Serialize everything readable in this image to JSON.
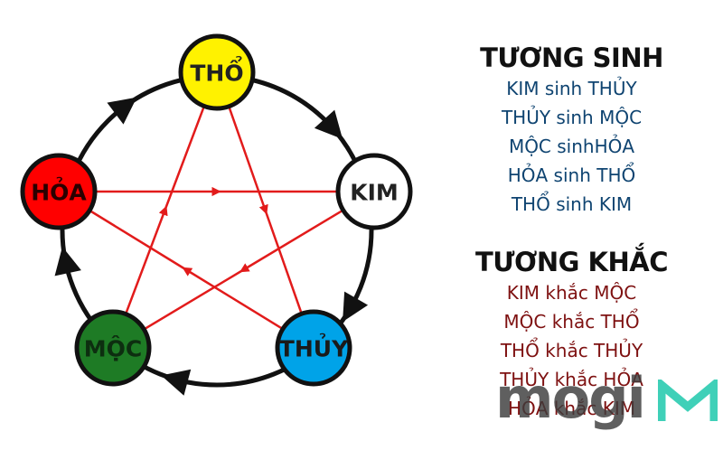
{
  "elements": {
    "tho": {
      "label": "THỔ",
      "fill": "#fff200",
      "text_color": "#222222"
    },
    "kim": {
      "label": "KIM",
      "fill": "#ffffff",
      "text_color": "#222222"
    },
    "thuy": {
      "label": "THỦY",
      "fill": "#00a3e8",
      "text_color": "#1a1a1a"
    },
    "moc": {
      "label": "MỘC",
      "fill": "#1e7b25",
      "text_color": "#0d2e10"
    },
    "hoa": {
      "label": "HỎA",
      "fill": "#ff0000",
      "text_color": "#2a0000"
    }
  },
  "colors": {
    "generating_cycle": "#111111",
    "overcoming_cycle": "#e21b1b",
    "node_border": "#111111",
    "watermark_accent": "#3fd0b8"
  },
  "tuong_sinh": {
    "title": "TƯƠNG SINH",
    "items": [
      "KIM sinh THỦY",
      "THỦY sinh MỘC",
      "MỘC sinhHỎA",
      "HỎA sinh THỔ",
      "THỔ sinh KIM"
    ]
  },
  "tuong_khac": {
    "title": "TƯƠNG KHẮC",
    "items": [
      "KIM khắc MỘC",
      "MỘC khắc THỔ",
      "THỔ khắc THỦY",
      "THỦY khắc HỎA",
      "HỎA khắc KIM"
    ]
  },
  "watermark": {
    "text": "mogi",
    "icon": "mogi-logo-icon"
  }
}
